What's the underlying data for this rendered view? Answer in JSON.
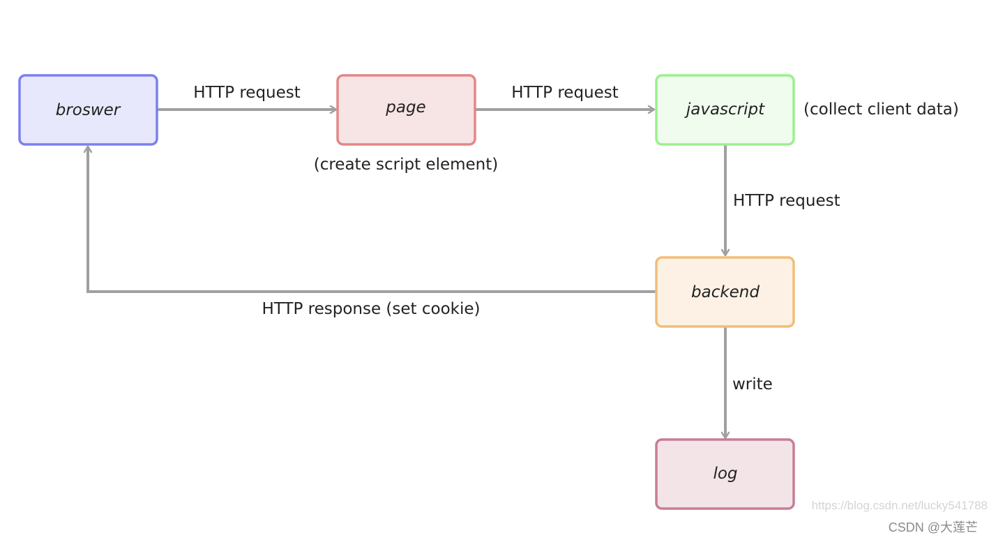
{
  "nodes": {
    "browser": {
      "label": "broswer",
      "fill": "#e7e8fb",
      "stroke": "#7b80ef"
    },
    "page": {
      "label": "page",
      "fill": "#f7e4e4",
      "stroke": "#e38787"
    },
    "javascript": {
      "label": "javascript",
      "fill": "#f0fcee",
      "stroke": "#9cf08e"
    },
    "backend": {
      "label": "backend",
      "fill": "#fcf1e4",
      "stroke": "#f2bd78"
    },
    "log": {
      "label": "log",
      "fill": "#f3e4e8",
      "stroke": "#c77d96"
    }
  },
  "edges": {
    "browser_to_page": "HTTP request",
    "page_to_javascript": "HTTP request",
    "javascript_to_backend": "HTTP request",
    "backend_to_browser": "HTTP response (set cookie)",
    "backend_to_log": "write"
  },
  "annotations": {
    "page_note": "(create script element)",
    "javascript_note": "(collect client data)"
  },
  "watermark": {
    "url": "https://blog.csdn.net/lucky541788",
    "credit": "CSDN @大莲芒"
  },
  "colors": {
    "arrow": "#a0a0a0"
  }
}
